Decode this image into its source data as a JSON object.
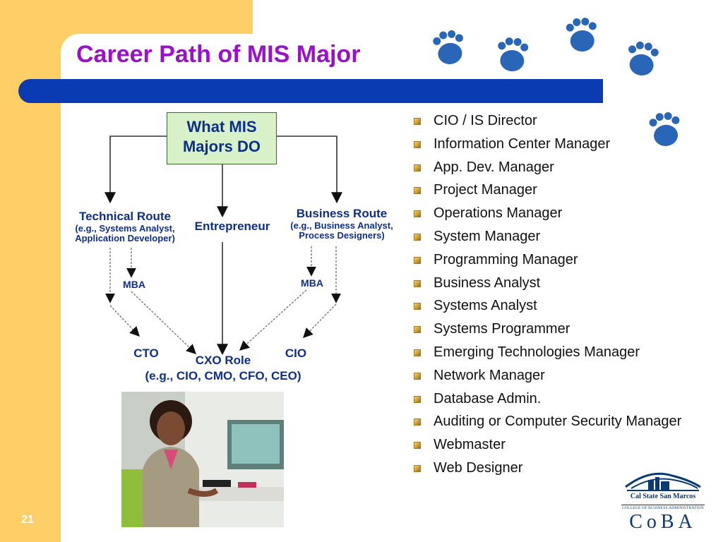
{
  "slide": {
    "title": "Career Path of MIS Major",
    "page_number": "21"
  },
  "diagram": {
    "top_box": {
      "line1": "What MIS",
      "line2": "Majors DO"
    },
    "technical_route": {
      "title": "Technical Route",
      "line1": "(e.g., Systems Analyst,",
      "line2": "Application Developer)"
    },
    "entrepreneur": "Entrepreneur",
    "business_route": {
      "title": "Business Route",
      "line1": "(e.g., Business Analyst,",
      "line2": "Process Designers)"
    },
    "mba_left": "MBA",
    "mba_right": "MBA",
    "cto": "CTO",
    "cio": "CIO",
    "cxo": {
      "title": "CXO Role",
      "subtitle": "(e.g., CIO, CMO, CFO, CEO)"
    }
  },
  "careers": [
    "CIO / IS Director",
    "Information Center Manager",
    "App. Dev. Manager",
    "Project Manager",
    "Operations Manager",
    "System Manager",
    "Programming Manager",
    "Business Analyst",
    "Systems Analyst",
    "Systems Programmer",
    "Emerging Technologies Manager",
    "Network Manager",
    "Database Admin.",
    "Auditing or Computer Security Manager",
    "Webmaster",
    "Web Designer"
  ],
  "logo": {
    "school": "Cal State San Marcos",
    "college": "COLLEGE OF BUSINESS ADMINISTRATION",
    "abbrev": "CoBA"
  },
  "colors": {
    "title": "#9a12c8",
    "band": "#fdcf66",
    "bar": "#0a3bb2",
    "paw": "#2a66b8",
    "diagram_text": "#0b2f8a"
  }
}
